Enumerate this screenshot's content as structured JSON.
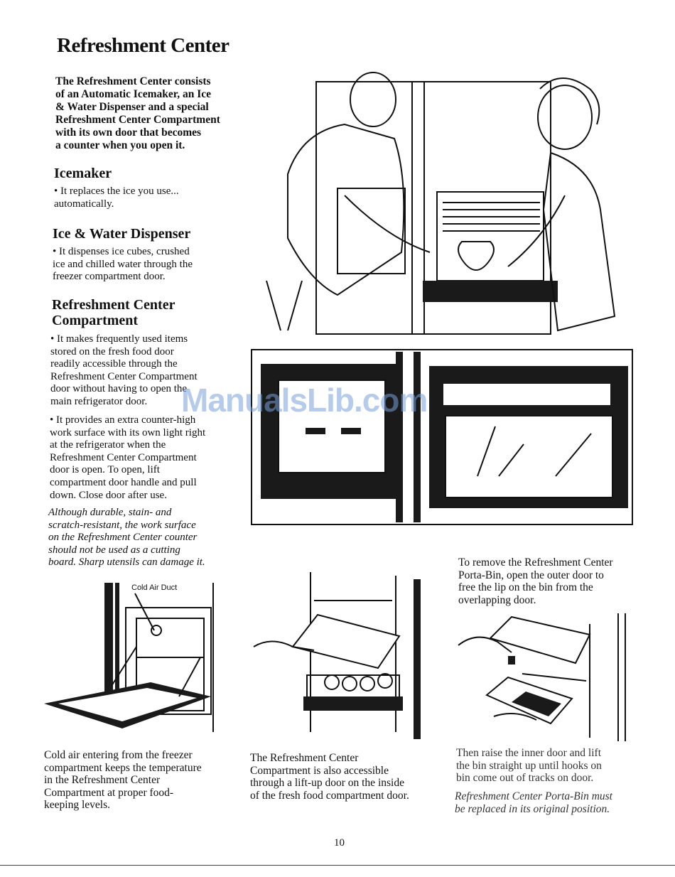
{
  "page": {
    "title": "Refreshment Center",
    "intro": "The Refreshment Center consists\nof an Automatic Icemaker, an Ice\n& Water Dispenser and a special\nRefreshment Center Compartment\nwith its own door that becomes\na counter when you open it.",
    "page_number": "10",
    "watermark": "ManualsLib.com"
  },
  "sections": {
    "icemaker": {
      "heading": "Icemaker",
      "text": "• It replaces the ice you use...\nautomatically."
    },
    "dispenser": {
      "heading": "Ice & Water Dispenser",
      "text": "• It dispenses ice cubes, crushed\nice and chilled water through the\nfreezer compartment door."
    },
    "compartment": {
      "heading": "Refreshment Center\nCompartment",
      "bullet1": "• It makes frequently used items\nstored on the fresh food door\nreadily accessible through the\nRefreshment Center Compartment\ndoor without having to open the\nmain refrigerator door.",
      "bullet2": "• It provides an extra counter-high\nwork surface with its own light right\nat the refrigerator when the\nRefreshment Center Compartment\ndoor is open. To open, lift\ncompartment door handle and pull\ndown. Close door after use.",
      "caution": "Although durable, stain- and\nscratch-resistant, the work surface\non the Refreshment Center counter\nshould not be used as a cutting\nboard. Sharp utensils can damage it."
    }
  },
  "figures": {
    "cold_air_label": "Cold Air Duct",
    "caption_cold_air": "Cold air entering from the freezer\ncompartment keeps the temperature\nin the Refreshment Center\nCompartment at proper food-\nkeeping levels.",
    "caption_liftup": "The Refreshment Center\nCompartment is also accessible\nthrough a lift-up door on the inside\nof the fresh food compartment door.",
    "caption_remove": "To remove the Refreshment Center\nPorta-Bin, open the outer door to\nfree the lip on the bin from the\noverlapping door.",
    "caption_raise": "Then raise the inner door and lift\nthe bin straight up until hooks on\nbin come out of tracks on door.",
    "caption_replace": "Refreshment Center Porta-Bin must\nbe replaced in its original position."
  }
}
